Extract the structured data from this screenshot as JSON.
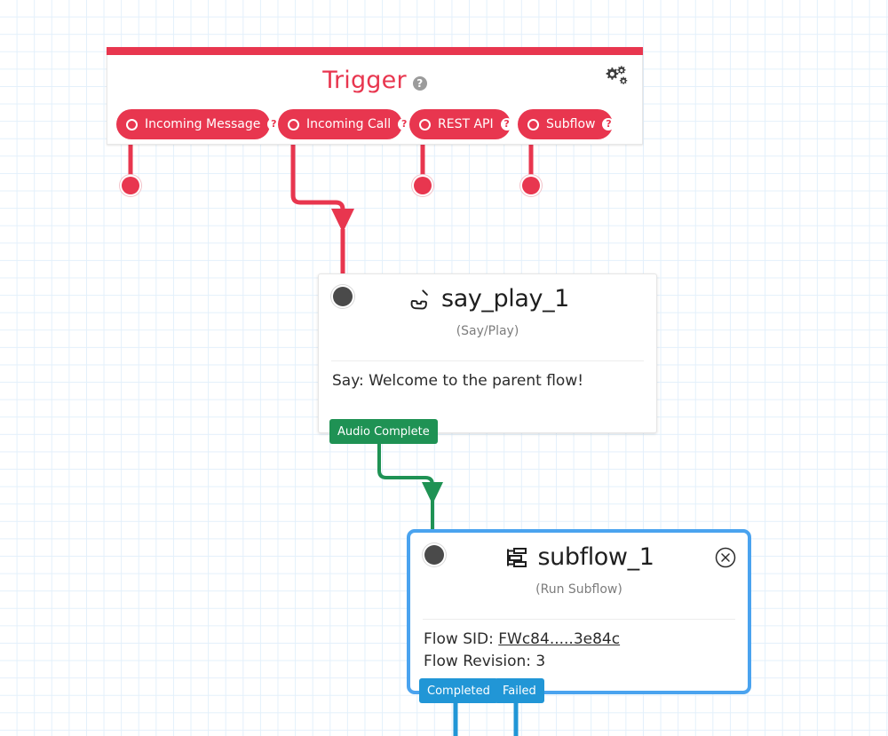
{
  "canvas": {
    "background_color": "#ffffff",
    "grid_color": "#e3f0fb"
  },
  "trigger": {
    "title": "Trigger",
    "help_glyph": "?",
    "accent_color": "#e8364f",
    "gear_icon_name": "gear-icon",
    "pills": [
      {
        "label": "Incoming Message",
        "help_glyph": "?"
      },
      {
        "label": "Incoming Call",
        "help_glyph": "?"
      },
      {
        "label": "REST API",
        "help_glyph": "?"
      },
      {
        "label": "Subflow",
        "help_glyph": "?"
      }
    ]
  },
  "widgets": [
    {
      "name": "say_play_1",
      "title": "say_play_1",
      "subtitle": "(Say/Play)",
      "icon": "phone-handset-icon",
      "body_text": "Say: Welcome to the parent flow!",
      "selected": false,
      "transitions": [
        {
          "label": "Audio Complete",
          "color": "#1f9254"
        }
      ]
    },
    {
      "name": "subflow_1",
      "title": "subflow_1",
      "subtitle": "(Run Subflow)",
      "icon": "subflow-hierarchy-icon",
      "fields": [
        {
          "label": "Flow SID:",
          "value": "FWc84.....3e84c",
          "is_link": true
        },
        {
          "label": "Flow Revision:",
          "value": "3",
          "is_link": false
        }
      ],
      "selected": true,
      "selection_color": "#4aa3ef",
      "close_icon": "close-circle-icon",
      "transitions": [
        {
          "label": "Completed",
          "color": "#2196d6"
        },
        {
          "label": "Failed",
          "color": "#2196d6"
        }
      ]
    }
  ],
  "connectors": [
    {
      "from": "Incoming Message",
      "color": "#e8364f",
      "type": "stub"
    },
    {
      "from": "Incoming Call",
      "to": "say_play_1",
      "color": "#e8364f",
      "type": "arrow"
    },
    {
      "from": "REST API",
      "color": "#e8364f",
      "type": "stub"
    },
    {
      "from": "Subflow",
      "color": "#e8364f",
      "type": "stub"
    },
    {
      "from": "Audio Complete",
      "to": "subflow_1",
      "color": "#1f9254",
      "type": "arrow"
    },
    {
      "from": "Completed",
      "color": "#2196d6",
      "type": "stub"
    },
    {
      "from": "Failed",
      "color": "#2196d6",
      "type": "stub"
    }
  ]
}
